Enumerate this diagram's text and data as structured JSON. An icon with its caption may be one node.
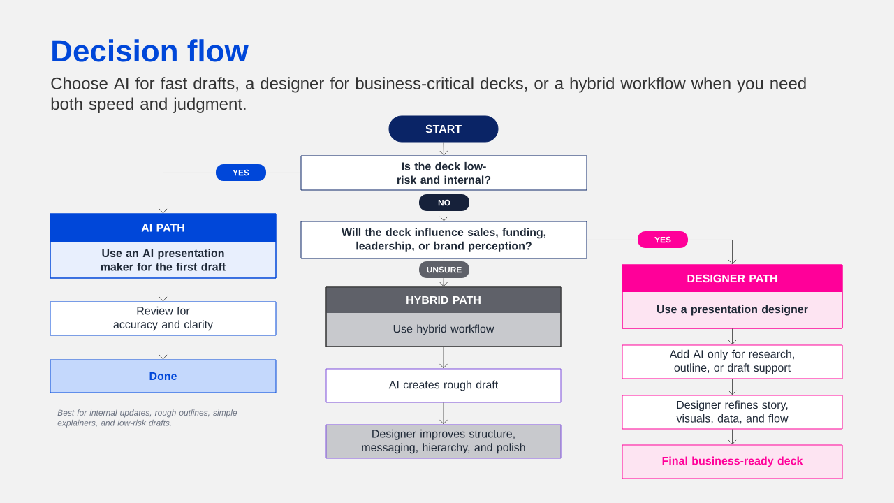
{
  "diagram": {
    "title": "Decision flow",
    "nodes": [
      {
        "text": [
          "START"
        ]
      },
      {
        "text": [
          "Is the deck low-risk and internal?"
        ]
      },
      {
        "text": [
          "Will the deck influence sales, funding, leadership, or brand perception?"
        ]
      },
      {
        "text": [
          "AI PATH",
          "Use an AI presentation maker for the first draft"
        ]
      },
      {
        "text": [
          "Review for accuracy and clarity"
        ]
      },
      {
        "text": [
          "Done"
        ]
      },
      {
        "text": [
          "HYBRID PATH",
          "Use hybrid workflow"
        ]
      },
      {
        "text": [
          "AI creates rough draft"
        ]
      },
      {
        "text": [
          "Designer improves structure, messaging, hierarchy, and polish"
        ]
      },
      {
        "text": [
          "DESIGNER PATH",
          "Use a presentation designer"
        ]
      },
      {
        "text": [
          "Add AI only for research, outline, or draft support"
        ]
      },
      {
        "text": [
          "Designer refines story, visuals, data, and flow"
        ]
      },
      {
        "text": [
          "Final business-ready deck"
        ]
      }
    ],
    "edges": [
      {
        "from": 0,
        "to": 1,
        "arrow": "to"
      },
      {
        "from": 1,
        "to": 3,
        "arrow": "to",
        "label": "YES"
      },
      {
        "from": 1,
        "to": 2,
        "arrow": "to",
        "label": "NO"
      },
      {
        "from": 2,
        "to": 6,
        "arrow": "to",
        "label": "UNSURE"
      },
      {
        "from": 2,
        "to": 9,
        "arrow": "to",
        "label": "YES"
      },
      {
        "from": 3,
        "to": 4,
        "arrow": "to"
      },
      {
        "from": 4,
        "to": 5,
        "arrow": "to"
      },
      {
        "from": 6,
        "to": 7,
        "arrow": "to"
      },
      {
        "from": 7,
        "to": 8,
        "arrow": "to"
      },
      {
        "from": 9,
        "to": 10,
        "arrow": "to"
      },
      {
        "from": 10,
        "to": 11,
        "arrow": "to"
      },
      {
        "from": 11,
        "to": 12,
        "arrow": "to"
      }
    ],
    "labels": [
      "Choose AI for fast drafts, a designer for business-critical decks, or a hybrid workflow when you need both speed and judgment.",
      "Best for internal updates, rough outlines, simple explainers, and low-risk drafts."
    ]
  }
}
